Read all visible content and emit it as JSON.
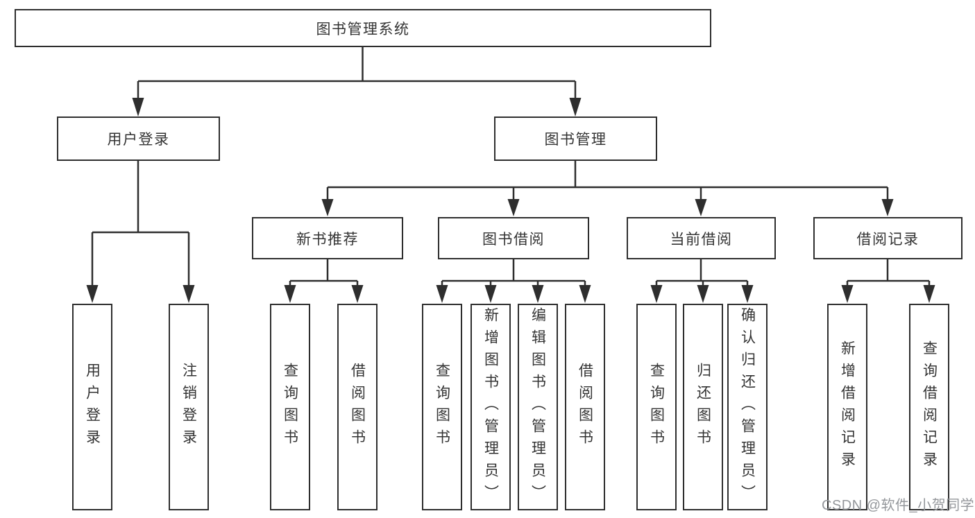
{
  "diagram_type": "hierarchy-tree",
  "root": {
    "label": "图书管理系统",
    "children": [
      {
        "label": "用户登录",
        "children": [
          {
            "label": "用户登录"
          },
          {
            "label": "注销登录"
          }
        ]
      },
      {
        "label": "图书管理",
        "children": [
          {
            "label": "新书推荐",
            "children": [
              {
                "label": "查询图书"
              },
              {
                "label": "借阅图书"
              }
            ]
          },
          {
            "label": "图书借阅",
            "children": [
              {
                "label": "查询图书"
              },
              {
                "label": "新增图书（管理员）"
              },
              {
                "label": "编辑图书（管理员）"
              },
              {
                "label": "借阅图书"
              }
            ]
          },
          {
            "label": "当前借阅",
            "children": [
              {
                "label": "查询图书"
              },
              {
                "label": "归还图书"
              },
              {
                "label": "确认归还（管理员）"
              }
            ]
          },
          {
            "label": "借阅记录",
            "children": [
              {
                "label": "新增借阅记录"
              },
              {
                "label": "查询借阅记录"
              }
            ]
          }
        ]
      }
    ]
  },
  "watermark": "CSDN @软件_小贺同学",
  "colors": {
    "line": "#2e2e2e",
    "box_border": "#2e2e2e",
    "text": "#333333",
    "watermark": "#94979b",
    "background": "#ffffff"
  }
}
